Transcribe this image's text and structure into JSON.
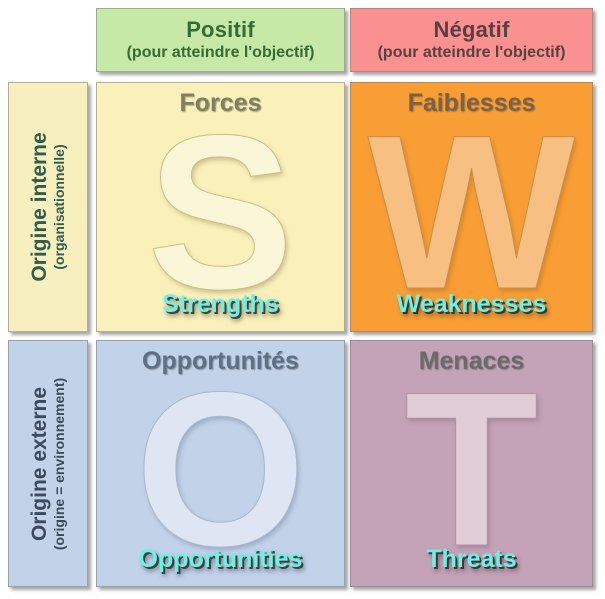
{
  "diagram": {
    "type": "SWOT matrix",
    "columns": [
      {
        "key": "positive",
        "main": "Positif",
        "sub": "(pour atteindre l'objectif)",
        "color": "#c7e9a8",
        "text_color": "#356b35"
      },
      {
        "key": "negative",
        "main": "Négatif",
        "sub": "(pour atteindre l'objectif)",
        "color": "#f8918f",
        "text_color": "#5b4040"
      }
    ],
    "rows": [
      {
        "key": "internal",
        "main": "Origine interne",
        "sub": "(organisationnelle)",
        "color": "#f8efbe",
        "text_color": "#2f5e4e"
      },
      {
        "key": "external",
        "main": "Origine externe",
        "sub": "(origine = environnement)",
        "color": "#c2d2e8",
        "text_color": "#3b4a5c"
      }
    ],
    "quadrants": [
      {
        "key": "strengths",
        "fr_title": "Forces",
        "letter": "S",
        "en_title": "Strengths",
        "background": "#faf0b9",
        "fr_color": "#80805c",
        "letter_color": "#fbf6d7",
        "en_color": "#6ff0e4"
      },
      {
        "key": "weaknesses",
        "fr_title": "Faiblesses",
        "letter": "W",
        "en_title": "Weaknesses",
        "background": "#f99e34",
        "fr_color": "#7d6144",
        "letter_color": "#f8bf82",
        "en_color": "#6ff0e4"
      },
      {
        "key": "opportunities",
        "fr_title": "Opportunités",
        "letter": "O",
        "en_title": "Opportunities",
        "background": "#c2d2e8",
        "fr_color": "#5d7186",
        "letter_color": "#dde6f2",
        "en_color": "#6ff0e4"
      },
      {
        "key": "threats",
        "fr_title": "Menaces",
        "letter": "T",
        "en_title": "Threats",
        "background": "#c4a2b7",
        "fr_color": "#6a6a6a",
        "letter_color": "#e0cdd8",
        "en_color": "#6ff0e4"
      }
    ]
  }
}
